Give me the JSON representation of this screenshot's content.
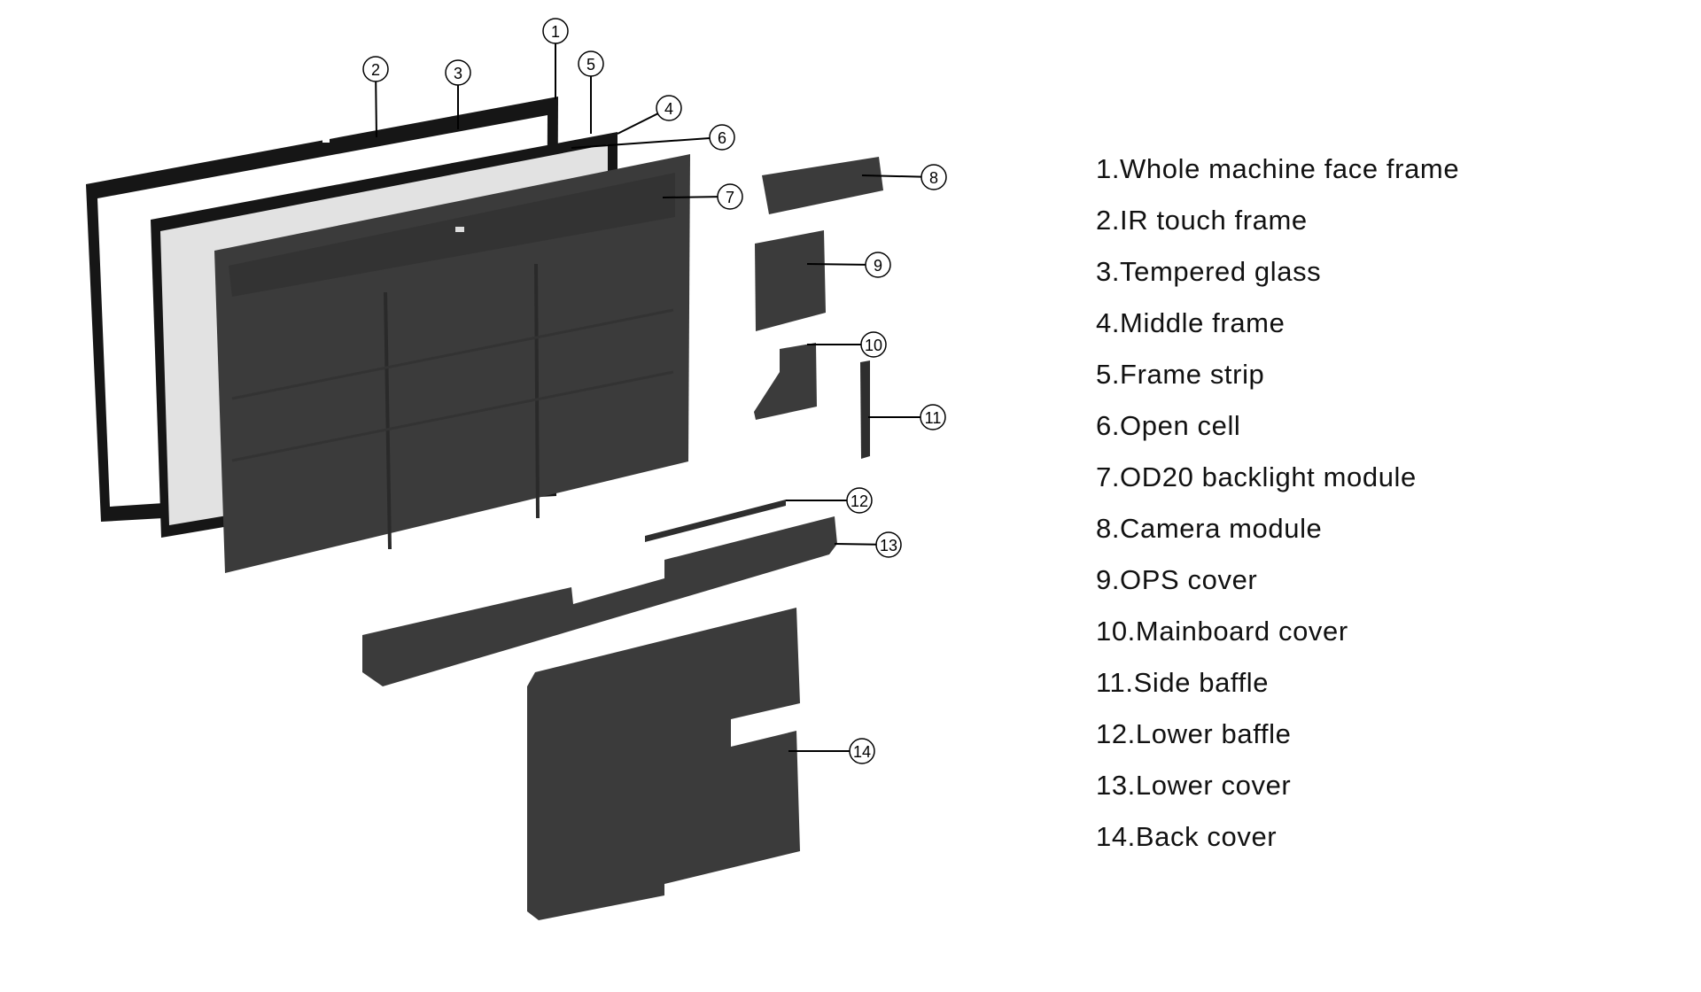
{
  "callouts": [
    "1",
    "2",
    "3",
    "4",
    "5",
    "6",
    "7",
    "8",
    "9",
    "10",
    "11",
    "12",
    "13",
    "14"
  ],
  "legend": [
    "1.Whole machine face frame",
    "2.IR touch frame",
    "3.Tempered glass",
    "4.Middle frame",
    "5.Frame strip",
    "6.Open cell",
    "7.OD20 backlight module",
    "8.Camera module",
    "9.OPS cover",
    "10.Mainboard cover",
    "11.Side baffle",
    "12.Lower baffle",
    "13.Lower cover",
    "14.Back cover"
  ],
  "colors": {
    "part": "#3b3b3b",
    "frame": "#161616",
    "glass": "#e2e2e2",
    "text": "#111111"
  }
}
